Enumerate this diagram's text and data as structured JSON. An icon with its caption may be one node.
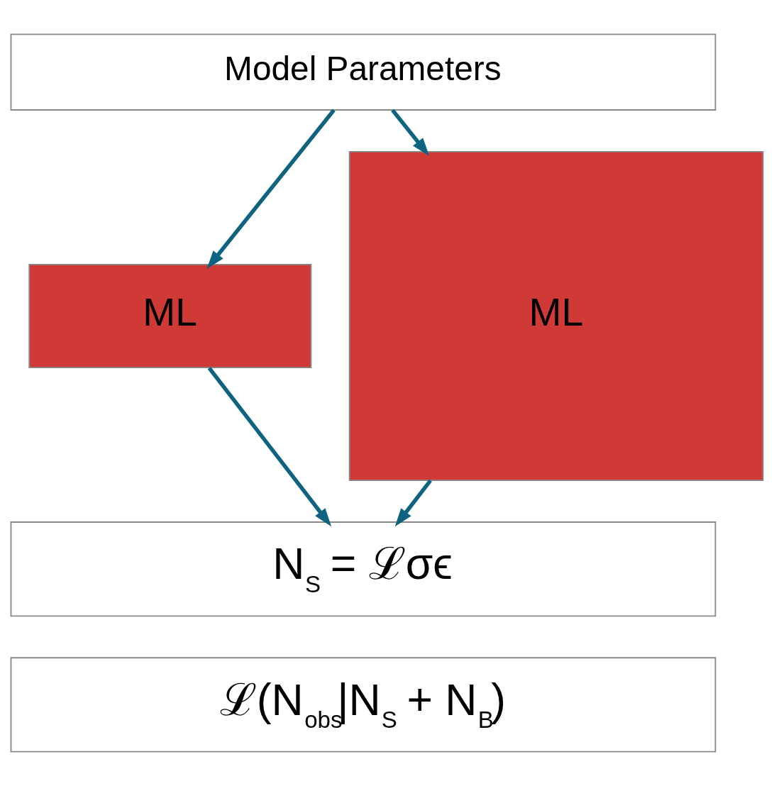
{
  "diagram": {
    "nodes": [
      {
        "text": [
          "Model Parameters"
        ]
      },
      {
        "text": [
          "ML"
        ]
      },
      {
        "text": [
          "ML"
        ]
      },
      {
        "text": [
          "N$_{S}$ = ℒσϵ"
        ]
      },
      {
        "text": [
          "ℒ(N$_{obs}$|N$_{S}$ + N$_{B}$)"
        ]
      }
    ],
    "edges": [
      {
        "from": 0,
        "to": 1,
        "arrow": "to"
      },
      {
        "from": 0,
        "to": 2,
        "arrow": "to"
      },
      {
        "from": 1,
        "to": 3,
        "arrow": "to"
      },
      {
        "from": 2,
        "to": 3,
        "arrow": "to"
      }
    ]
  }
}
